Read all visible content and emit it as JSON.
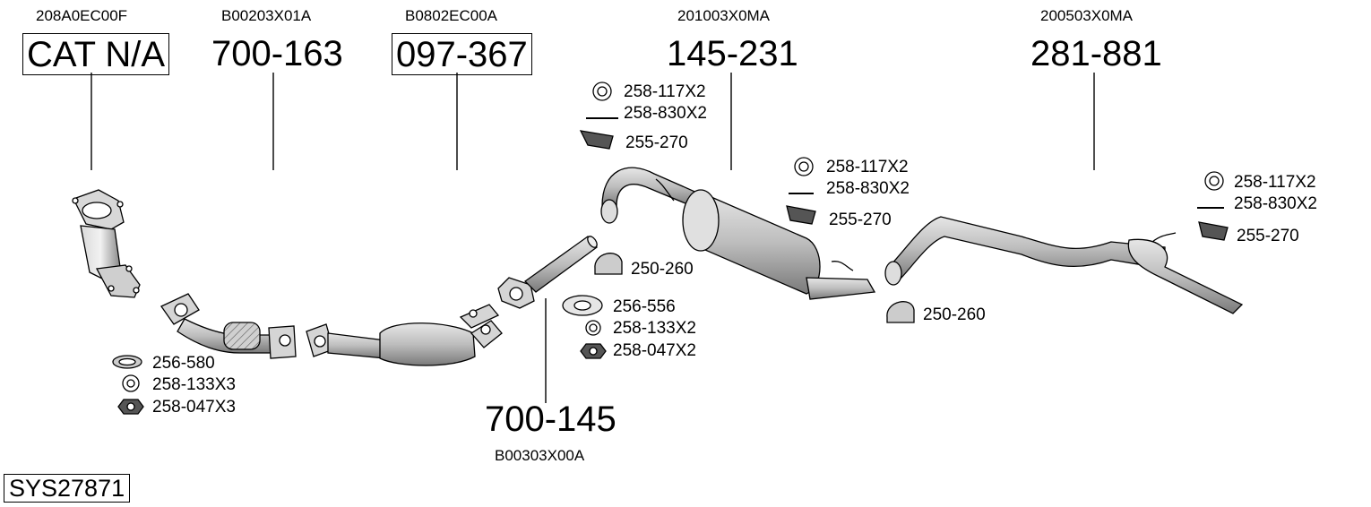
{
  "system_code": "SYS27871",
  "parts": [
    {
      "id": "cat",
      "oem": "208A0EC00F",
      "number": "CAT N/A",
      "boxed": true
    },
    {
      "id": "p700163",
      "oem": "B00203X01A",
      "number": "700-163",
      "boxed": false
    },
    {
      "id": "p097367",
      "oem": "B0802EC00A",
      "number": "097-367",
      "boxed": true
    },
    {
      "id": "p145231",
      "oem": "201003X0MA",
      "number": "145-231",
      "boxed": false
    },
    {
      "id": "p281881",
      "oem": "200503X0MA",
      "number": "281-881",
      "boxed": false
    },
    {
      "id": "p700145",
      "oem": "B00303X00A",
      "number": "700-145",
      "boxed": false
    }
  ],
  "accessories": {
    "group_front": [
      "256-580",
      "258-133X3",
      "258-047X3"
    ],
    "group_mid_pipe": [
      "250-260"
    ],
    "group_mid_gasket": [
      "256-556",
      "258-133X2",
      "258-047X2"
    ],
    "group_mid_hangers": [
      "258-117X2",
      "258-830X2",
      "255-270"
    ],
    "group_rear_hangers": [
      "258-117X2",
      "258-830X2",
      "255-270"
    ],
    "group_rear_clamp": [
      "250-260"
    ],
    "group_tail_hangers": [
      "258-117X2",
      "258-830X2",
      "255-270"
    ]
  },
  "icons": [
    "ring-icon",
    "bolt-icon",
    "hanger-icon",
    "clamp-icon",
    "gasket-icon",
    "nut-icon"
  ]
}
